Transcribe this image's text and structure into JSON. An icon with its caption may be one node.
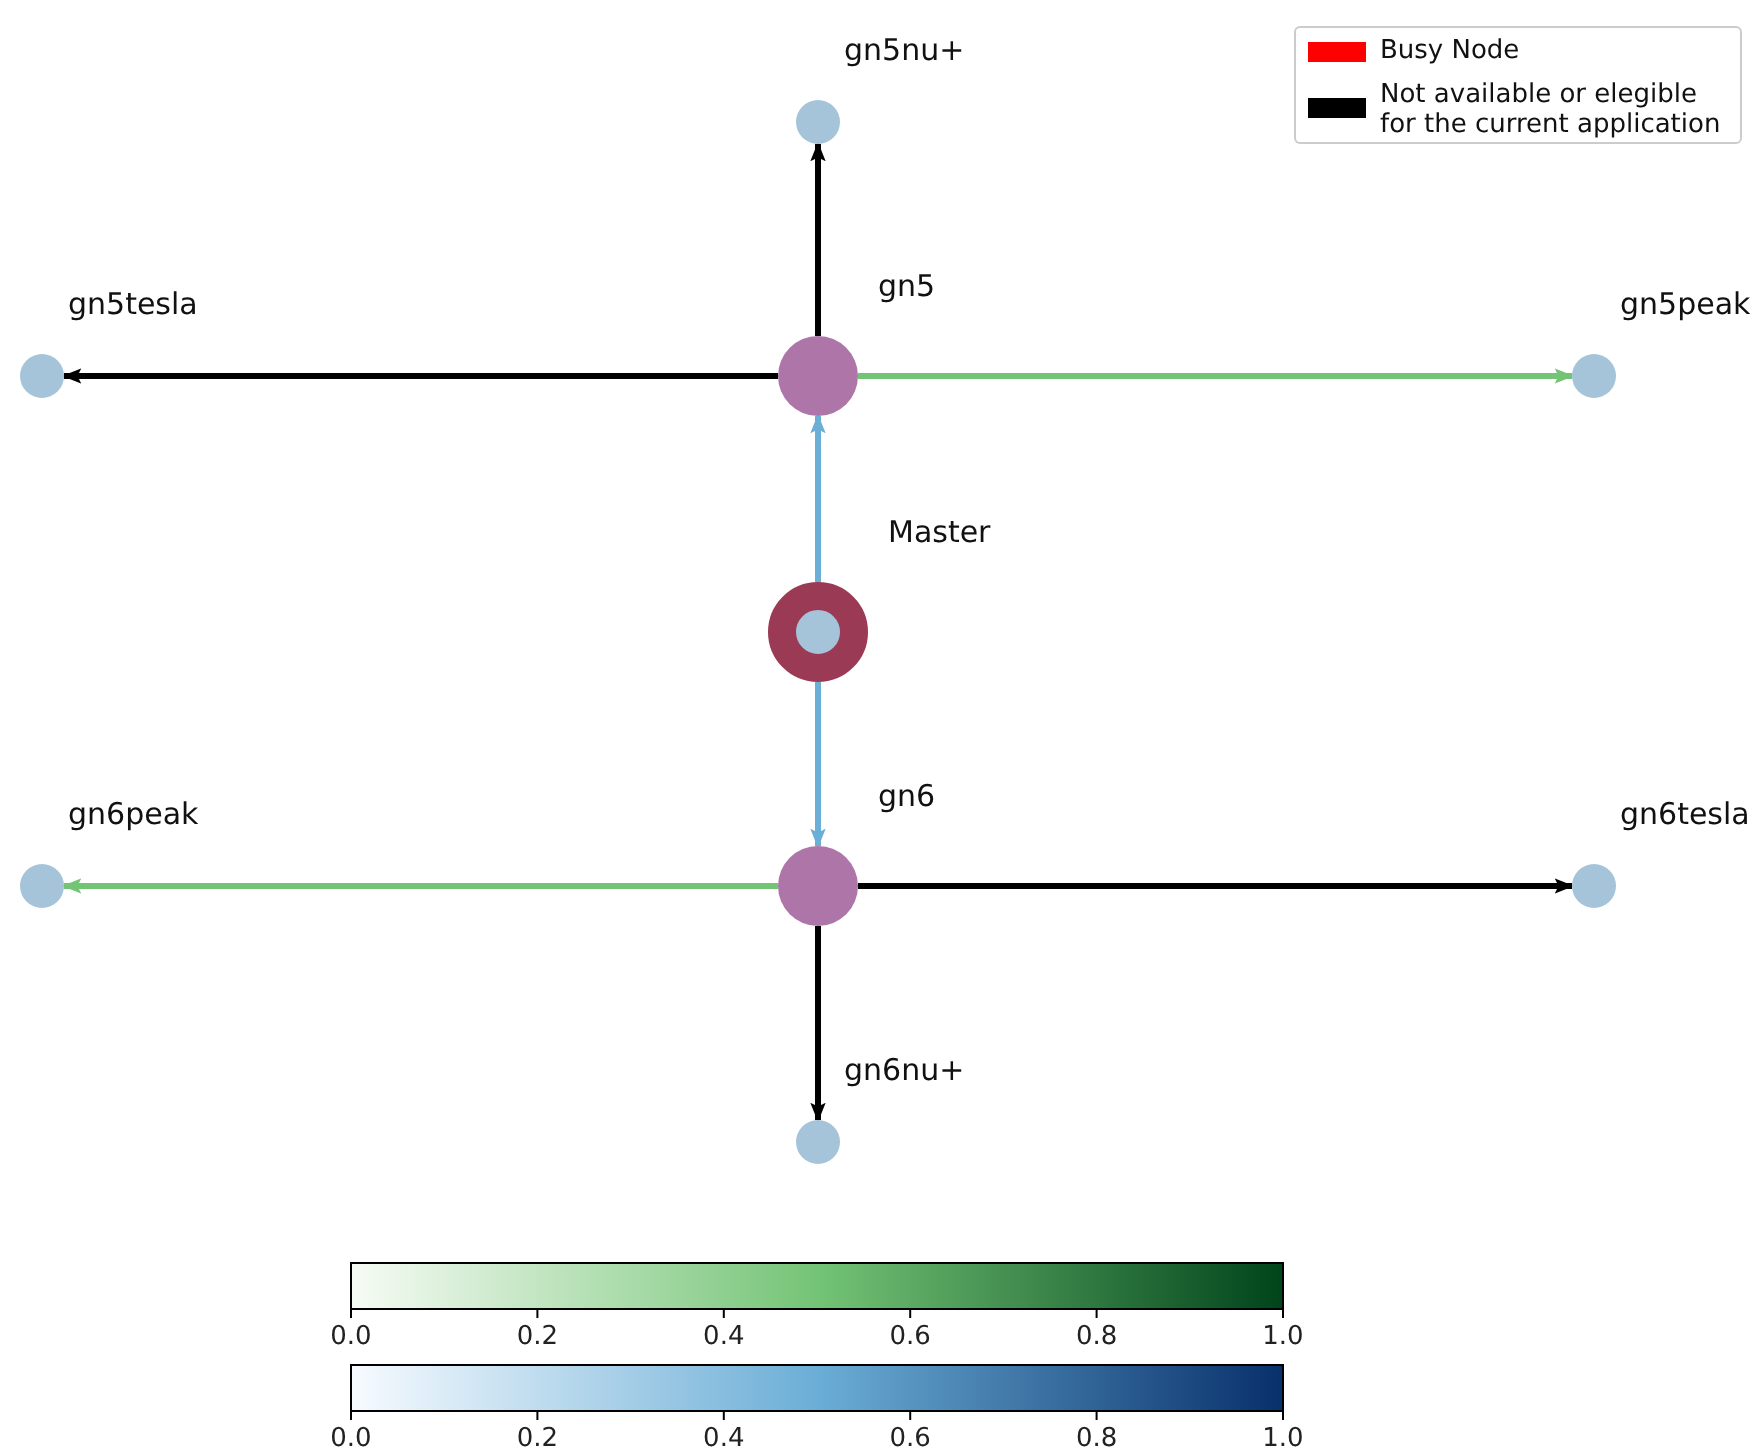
{
  "diagram": {
    "nodes": [
      {
        "text": [
          "gn5nu+"
        ]
      },
      {
        "text": [
          "gn5tesla"
        ]
      },
      {
        "text": [
          "gn5"
        ]
      },
      {
        "text": [
          "gn5peak"
        ]
      },
      {
        "text": [
          "Master"
        ]
      },
      {
        "text": [
          "gn6peak"
        ]
      },
      {
        "text": [
          "gn6"
        ]
      },
      {
        "text": [
          "gn6tesla"
        ]
      },
      {
        "text": [
          "gn6nu+"
        ]
      }
    ],
    "edges": [
      {
        "from": 4,
        "to": 2,
        "arrow": "to",
        "color": "#6baed6"
      },
      {
        "from": 4,
        "to": 6,
        "arrow": "to",
        "color": "#6baed6"
      },
      {
        "from": 2,
        "to": 0,
        "arrow": "to"
      },
      {
        "from": 2,
        "to": 1,
        "arrow": "to"
      },
      {
        "from": 2,
        "to": 3,
        "arrow": "to",
        "color": "#74c476"
      },
      {
        "from": 6,
        "to": 5,
        "arrow": "to",
        "color": "#74c476"
      },
      {
        "from": 6,
        "to": 7,
        "arrow": "to"
      },
      {
        "from": 6,
        "to": 8,
        "arrow": "to"
      }
    ],
    "labels": [
      "0.0",
      "0.2",
      "0.4",
      "0.6",
      "0.8",
      "1.0",
      "0.0",
      "0.2",
      "0.4",
      "0.6",
      "0.8",
      "1.0"
    ],
    "legend": [
      {
        "text": "Busy Node",
        "color": "#ff0000"
      },
      {
        "text": "Not available or elegible for the current application",
        "color": "#000000"
      }
    ]
  }
}
